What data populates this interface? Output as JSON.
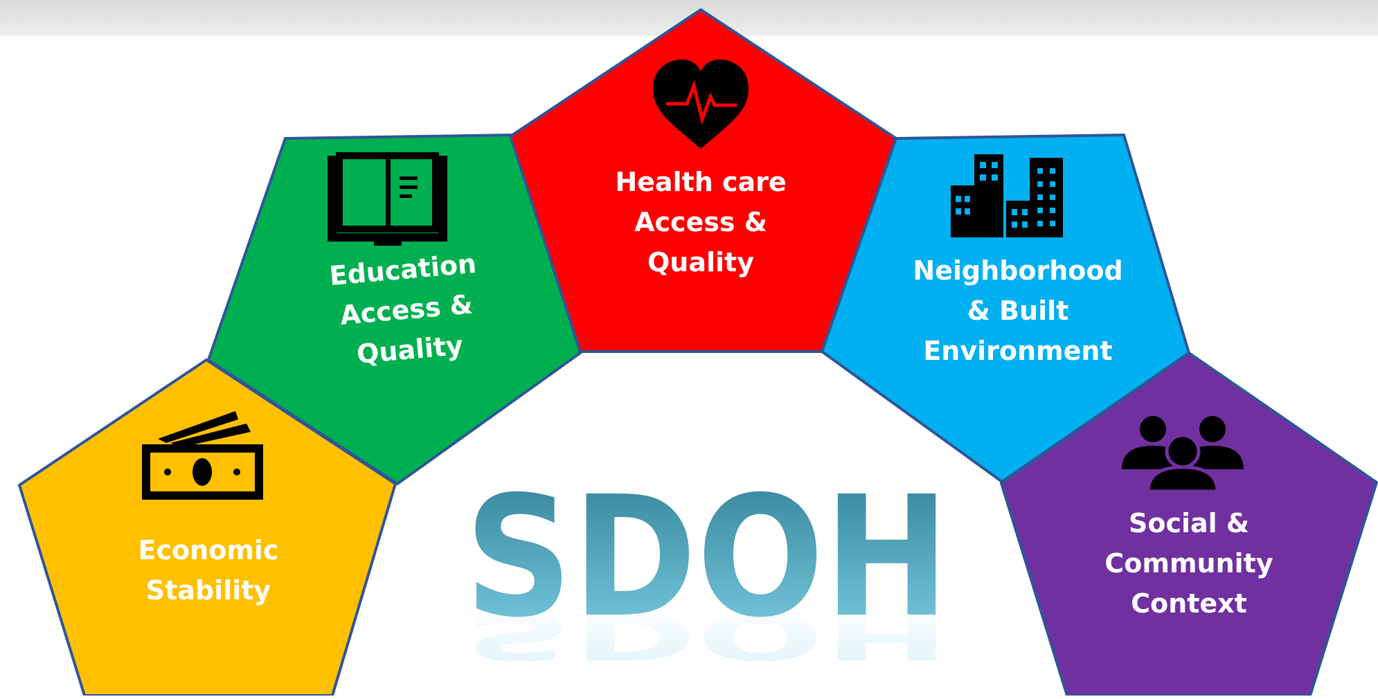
{
  "title": "SDOH",
  "colors": {
    "economic": "#FFC000",
    "education": "#00B050",
    "healthcare": "#FF0000",
    "neighborhood": "#00B0F0",
    "social": "#7030A0",
    "outline": "#2F5597",
    "title_top": "#2F7F95",
    "title_bottom": "#7FD0E6"
  },
  "domains": [
    {
      "id": "economic",
      "lines": [
        "Economic",
        "Stability"
      ],
      "icon": "money-icon"
    },
    {
      "id": "education",
      "lines": [
        "Education",
        "Access &",
        "Quality"
      ],
      "icon": "book-icon"
    },
    {
      "id": "healthcare",
      "lines": [
        "Health care",
        "Access &",
        "Quality"
      ],
      "icon": "heart-pulse-icon"
    },
    {
      "id": "neighborhood",
      "lines": [
        "Neighborhood",
        "& Built",
        "Environment"
      ],
      "icon": "buildings-icon"
    },
    {
      "id": "social",
      "lines": [
        "Social &",
        "Community",
        "Context"
      ],
      "icon": "people-icon"
    }
  ]
}
